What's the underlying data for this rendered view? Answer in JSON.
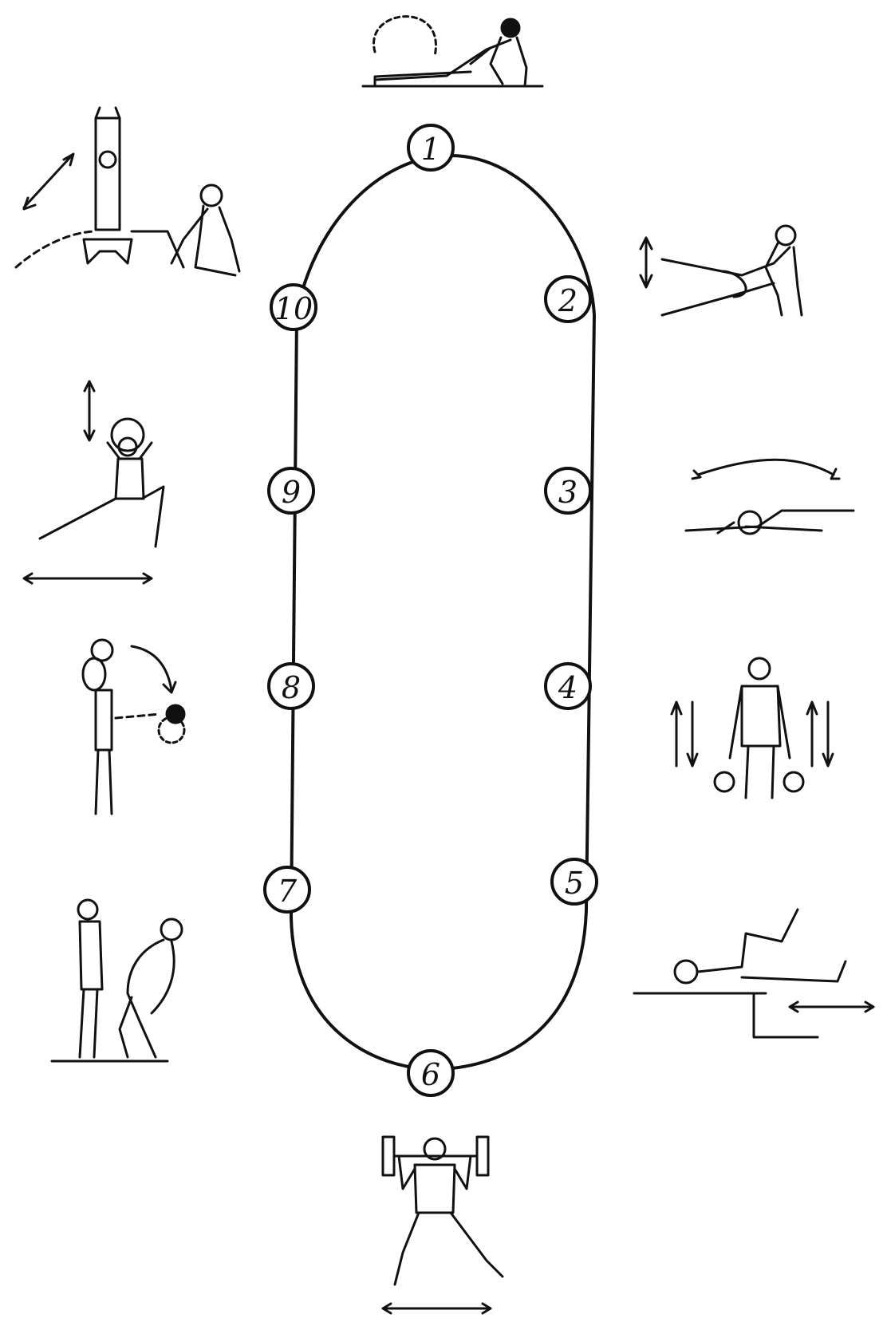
{
  "diagram": {
    "stations": [
      {
        "label": "1",
        "exercise": "sit-up-with-ball"
      },
      {
        "label": "2",
        "exercise": "leg-raise-seated"
      },
      {
        "label": "3",
        "exercise": "lying-leg-swing"
      },
      {
        "label": "4",
        "exercise": "kettlebell-shrug"
      },
      {
        "label": "5",
        "exercise": "lying-bent-knee-slide"
      },
      {
        "label": "6",
        "exercise": "barbell-side-lunge"
      },
      {
        "label": "7",
        "exercise": "partner-back-bend"
      },
      {
        "label": "8",
        "exercise": "forward-bend-with-plate"
      },
      {
        "label": "9",
        "exercise": "side-lunge-with-ball"
      },
      {
        "label": "10",
        "exercise": "assisted-back-extension"
      }
    ]
  },
  "colors": {
    "ink": "#111111",
    "paper": "#ffffff"
  }
}
